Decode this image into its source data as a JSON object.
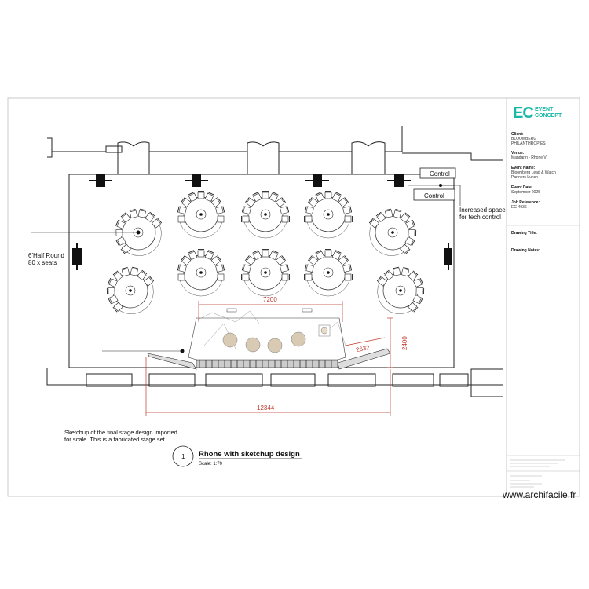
{
  "title_block": {
    "logo_letters": "EC",
    "logo_word_1": "EVENT",
    "logo_word_2": "CONCEPT",
    "client_label": "Client:",
    "client_value_1": "BLOOMBERG",
    "client_value_2": "PHILANTHROPIES",
    "venue_label": "Venue:",
    "venue_value": "Mandarin - Rhone VI",
    "event_name_label": "Event Name:",
    "event_name_value_1": "Bloomberg Lead & Watch",
    "event_name_value_2": "Partners Lunch",
    "event_date_label": "Event Date:",
    "event_date_value": "September 2025",
    "job_ref_label": "Job Reference:",
    "job_ref_value": "EC-4936",
    "drawing_title_label": "Drawing Title:",
    "drawing_notes_label": "Drawing Notes:"
  },
  "plan": {
    "control_top": "Control",
    "control_bottom": "Control",
    "tech_note_1": "Increased space",
    "tech_note_2": "for tech control",
    "table_note_1": "6'Half Round",
    "table_note_2": "80 x seats",
    "dim_stage_width": "7200",
    "dim_side": "2632",
    "dim_depth": "2400",
    "dim_overall": "12344",
    "sketch_note_1": "Sketchup of the final stage design imported",
    "sketch_note_2": "for scale. This is a fabricated stage set"
  },
  "view_label": {
    "number": "1",
    "title": "Rhone with sketchup design",
    "scale": "Scale: 1:70"
  },
  "watermark": "www.archifacile.fr"
}
